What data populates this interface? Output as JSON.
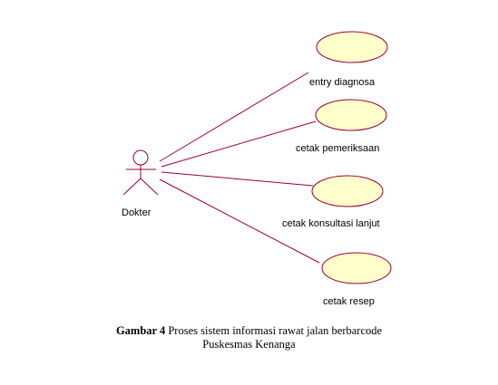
{
  "actor": {
    "name": "Dokter"
  },
  "use_cases": [
    {
      "label": "entry diagnosa"
    },
    {
      "label": "cetak pemeriksaan"
    },
    {
      "label": "cetak konsultasi lanjut"
    },
    {
      "label": "cetak resep"
    }
  ],
  "caption": {
    "prefix": "Gambar 4",
    "line1": "Proses sistem informasi rawat jalan berbarcode",
    "line2": "Puskesmas Kenanga"
  },
  "colors": {
    "line": "#990033",
    "usecase_fill": "#ffffcc"
  }
}
